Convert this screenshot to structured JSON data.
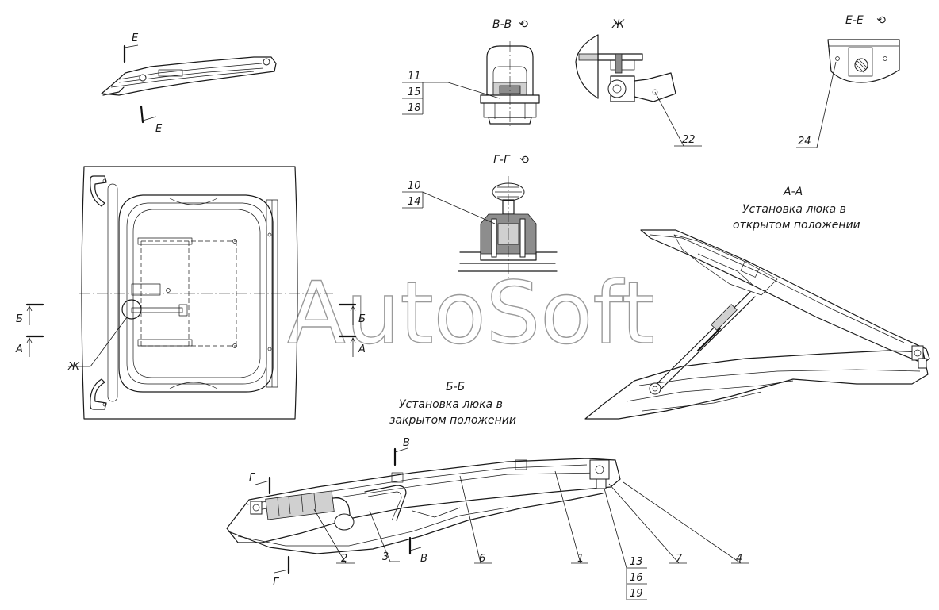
{
  "watermark": "AutoSoft",
  "views": {
    "vv": {
      "title": "В-В"
    },
    "zh": {
      "title": "Ж"
    },
    "ee": {
      "title": "Е-Е"
    },
    "gg": {
      "title": "Г-Г"
    },
    "aa": {
      "title": "А-А",
      "subtitle_line1": "Установка люка в",
      "subtitle_line2": "открытом положении"
    },
    "bb": {
      "title": "Б-Б",
      "subtitle_line1": "Установка люка в",
      "subtitle_line2": "закрытом положении"
    }
  },
  "callouts": {
    "c1": "1",
    "c2": "2",
    "c3": "3",
    "c4": "4",
    "c6": "6",
    "c7": "7",
    "c10": "10",
    "c11": "11",
    "c13": "13",
    "c14": "14",
    "c15": "15",
    "c16": "16",
    "c18": "18",
    "c19": "19",
    "c22": "22",
    "c24": "24"
  },
  "section_marks": {
    "e": "Е",
    "b": "Б",
    "a": "А",
    "v": "В",
    "g": "Г",
    "zh": "Ж"
  },
  "rotation_mark": "⟲"
}
